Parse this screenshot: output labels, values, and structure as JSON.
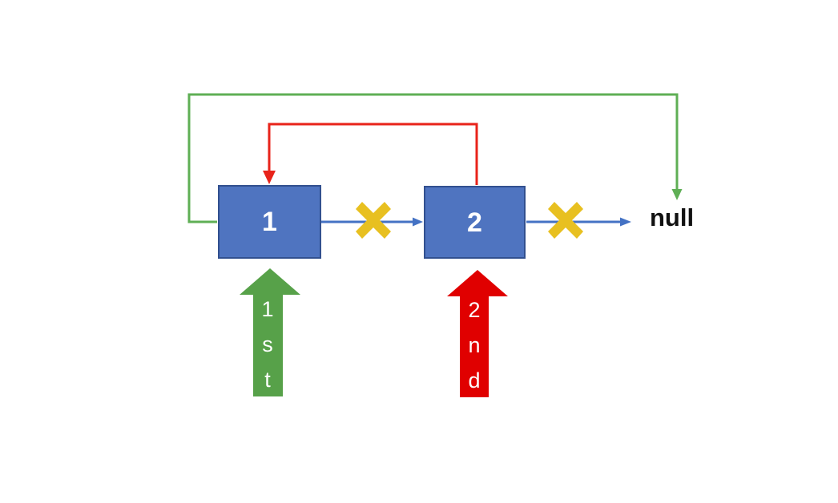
{
  "diagram": {
    "title": "linked-list-reversal-pointer-diagram",
    "nodes": [
      {
        "id": "node-1",
        "label": "1"
      },
      {
        "id": "node-2",
        "label": "2"
      }
    ],
    "terminator": {
      "label": "null"
    },
    "step_arrows": [
      {
        "id": "first",
        "label_chars": "1\ns\nt",
        "color": "#57A149"
      },
      {
        "id": "second",
        "label_chars": "2\nn\nd",
        "color": "#E00000"
      }
    ],
    "broken_links": [
      {
        "id": "break-1",
        "between": "1 -> 2",
        "marker": "x-cross"
      },
      {
        "id": "break-2",
        "between": "2 -> null",
        "marker": "x-cross"
      }
    ],
    "new_links": [
      {
        "id": "green-link",
        "from": "null",
        "to": "1",
        "color": "#57A149"
      },
      {
        "id": "red-link",
        "from": "2",
        "to": "1",
        "color": "#E00000"
      }
    ]
  },
  "colors": {
    "node_fill": "#4F74C0",
    "node_stroke": "#32508F",
    "node_text": "#FFFFFF",
    "link_blue": "#4472C4",
    "cross_gold": "#E8C020",
    "green": "#57A149",
    "green_line": "#5FAF55",
    "red": "#E00000",
    "red_line": "#E8231A",
    "null_text": "#111111",
    "background": "#FFFFFF"
  }
}
